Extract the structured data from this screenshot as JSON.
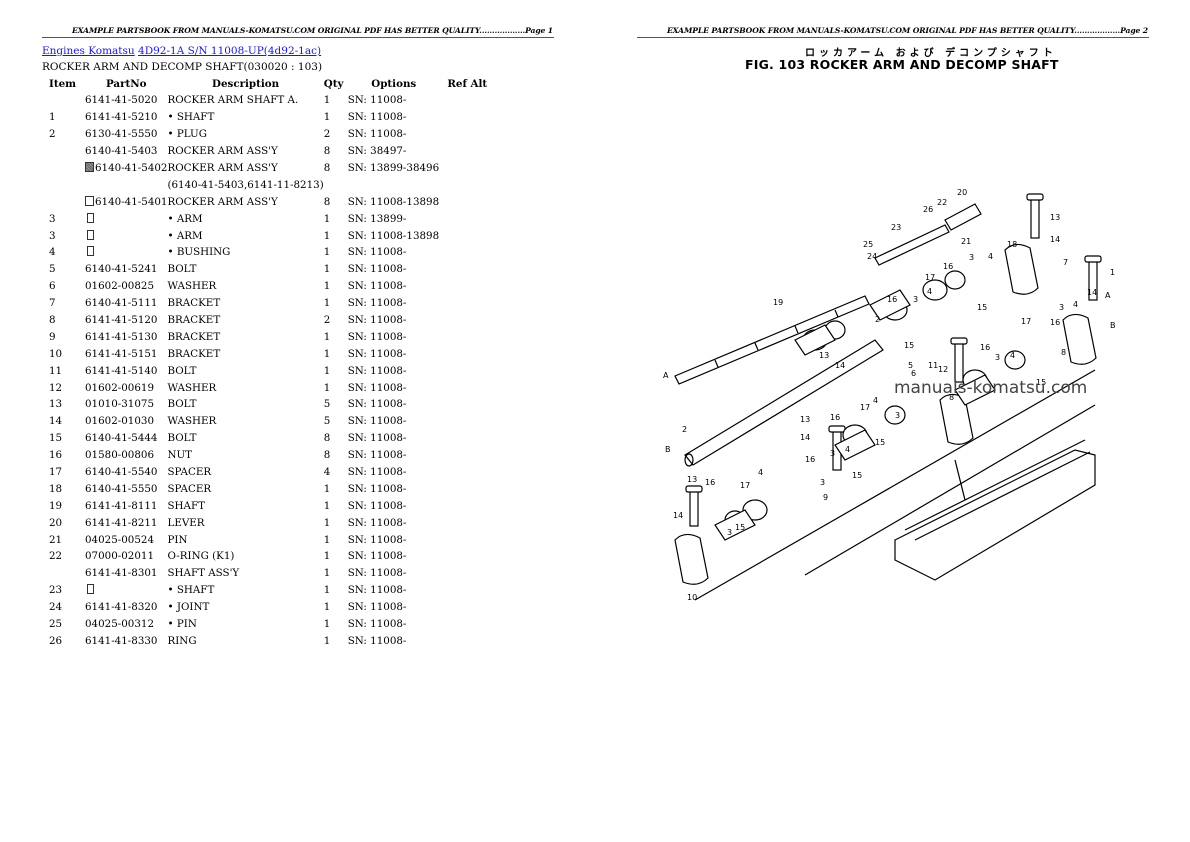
{
  "page_left": {
    "banner": "EXAMPLE PARTSBOOK FROM MANUALS-KOMATSU.COM ORIGINAL PDF HAS BETTER QUALITY..................Page 1",
    "breadcrumb": {
      "link1": "Engines Komatsu",
      "link2": "4D92-1A S/N 11008-UP(4d92-1ac)"
    },
    "section_title": "ROCKER ARM AND DECOMP SHAFT(030020 : 103)",
    "table": {
      "headers": [
        "Item",
        "PartNo",
        "Description",
        "Qty",
        "Options",
        "Ref Alt"
      ],
      "rows": [
        {
          "item": "",
          "partno": "6141-41-5020",
          "mark": "",
          "desc": "ROCKER ARM SHAFT A.",
          "qty": "1",
          "options": "SN: 11008-"
        },
        {
          "item": "1",
          "partno": "6141-41-5210",
          "mark": "",
          "desc": "• SHAFT",
          "qty": "1",
          "options": "SN: 11008-"
        },
        {
          "item": "2",
          "partno": "6130-41-5550",
          "mark": "",
          "desc": "• PLUG",
          "qty": "2",
          "options": "SN: 11008-"
        },
        {
          "item": "",
          "partno": "6140-41-5403",
          "mark": "",
          "desc": "ROCKER ARM ASS'Y",
          "qty": "8",
          "options": "SN: 38497-"
        },
        {
          "item": "",
          "partno": "6140-41-5402",
          "mark": "filled",
          "desc": "ROCKER ARM ASS'Y",
          "qty": "8",
          "options": "SN: 13899-38496"
        },
        {
          "item": "",
          "partno": "",
          "mark": "",
          "desc": "(6140-41-5403,6141-11-8213)",
          "qty": "",
          "options": ""
        },
        {
          "item": "",
          "partno": "6140-41-5401",
          "mark": "empty",
          "desc": "ROCKER ARM ASS'Y",
          "qty": "8",
          "options": "SN: 11008-13898"
        },
        {
          "item": "3",
          "partno": "",
          "mark": "small",
          "desc": "• ARM",
          "qty": "1",
          "options": "SN: 13899-"
        },
        {
          "item": "3",
          "partno": "",
          "mark": "small",
          "desc": "• ARM",
          "qty": "1",
          "options": "SN: 11008-13898"
        },
        {
          "item": "4",
          "partno": "",
          "mark": "small",
          "desc": "• BUSHING",
          "qty": "1",
          "options": "SN: 11008-"
        },
        {
          "item": "5",
          "partno": "6140-41-5241",
          "mark": "",
          "desc": "BOLT",
          "qty": "1",
          "options": "SN: 11008-"
        },
        {
          "item": "6",
          "partno": "01602-00825",
          "mark": "",
          "desc": "WASHER",
          "qty": "1",
          "options": "SN: 11008-"
        },
        {
          "item": "7",
          "partno": "6140-41-5111",
          "mark": "",
          "desc": "BRACKET",
          "qty": "1",
          "options": "SN: 11008-"
        },
        {
          "item": "8",
          "partno": "6141-41-5120",
          "mark": "",
          "desc": "BRACKET",
          "qty": "2",
          "options": "SN: 11008-"
        },
        {
          "item": "9",
          "partno": "6141-41-5130",
          "mark": "",
          "desc": "BRACKET",
          "qty": "1",
          "options": "SN: 11008-"
        },
        {
          "item": "10",
          "partno": "6141-41-5151",
          "mark": "",
          "desc": "BRACKET",
          "qty": "1",
          "options": "SN: 11008-"
        },
        {
          "item": "11",
          "partno": "6141-41-5140",
          "mark": "",
          "desc": "BOLT",
          "qty": "1",
          "options": "SN: 11008-"
        },
        {
          "item": "12",
          "partno": "01602-00619",
          "mark": "",
          "desc": "WASHER",
          "qty": "1",
          "options": "SN: 11008-"
        },
        {
          "item": "13",
          "partno": "01010-31075",
          "mark": "",
          "desc": "BOLT",
          "qty": "5",
          "options": "SN: 11008-"
        },
        {
          "item": "14",
          "partno": "01602-01030",
          "mark": "",
          "desc": "WASHER",
          "qty": "5",
          "options": "SN: 11008-"
        },
        {
          "item": "15",
          "partno": "6140-41-5444",
          "mark": "",
          "desc": "BOLT",
          "qty": "8",
          "options": "SN: 11008-"
        },
        {
          "item": "16",
          "partno": "01580-00806",
          "mark": "",
          "desc": "NUT",
          "qty": "8",
          "options": "SN: 11008-"
        },
        {
          "item": "17",
          "partno": "6140-41-5540",
          "mark": "",
          "desc": "SPACER",
          "qty": "4",
          "options": "SN: 11008-"
        },
        {
          "item": "18",
          "partno": "6140-41-5550",
          "mark": "",
          "desc": "SPACER",
          "qty": "1",
          "options": "SN: 11008-"
        },
        {
          "item": "19",
          "partno": "6141-41-8111",
          "mark": "",
          "desc": "SHAFT",
          "qty": "1",
          "options": "SN: 11008-"
        },
        {
          "item": "20",
          "partno": "6141-41-8211",
          "mark": "",
          "desc": "LEVER",
          "qty": "1",
          "options": "SN: 11008-"
        },
        {
          "item": "21",
          "partno": "04025-00524",
          "mark": "",
          "desc": "PIN",
          "qty": "1",
          "options": "SN: 11008-"
        },
        {
          "item": "22",
          "partno": "07000-02011",
          "mark": "",
          "desc": "O-RING (K1)",
          "qty": "1",
          "options": "SN: 11008-"
        },
        {
          "item": "",
          "partno": "6141-41-8301",
          "mark": "",
          "desc": "SHAFT ASS'Y",
          "qty": "1",
          "options": "SN: 11008-"
        },
        {
          "item": "23",
          "partno": "",
          "mark": "small",
          "desc": "• SHAFT",
          "qty": "1",
          "options": "SN: 11008-"
        },
        {
          "item": "24",
          "partno": "6141-41-8320",
          "mark": "",
          "desc": "• JOINT",
          "qty": "1",
          "options": "SN: 11008-"
        },
        {
          "item": "25",
          "partno": "04025-00312",
          "mark": "",
          "desc": "• PIN",
          "qty": "1",
          "options": "SN: 11008-"
        },
        {
          "item": "26",
          "partno": "6141-41-8330",
          "mark": "",
          "desc": "RING",
          "qty": "1",
          "options": "SN: 11008-"
        }
      ]
    }
  },
  "page_right": {
    "banner": "EXAMPLE PARTSBOOK FROM MANUALS-KOMATSU.COM ORIGINAL PDF HAS BETTER QUALITY..................Page 2",
    "fig_title_jp": "ロッカアーム および デコンプシャフト",
    "fig_title": "FIG. 103  ROCKER ARM AND DECOMP SHAFT",
    "watermark": "manuals-komatsu.com",
    "callouts": [
      "20",
      "22",
      "26",
      "23",
      "25",
      "24",
      "21",
      "13",
      "14",
      "18",
      "7",
      "16",
      "17",
      "4",
      "3",
      "15",
      "19",
      "2",
      "A",
      "B",
      "5",
      "6",
      "11",
      "12",
      "10",
      "8",
      "9",
      "1"
    ]
  },
  "colors": {
    "link": "#1a1ad6",
    "text": "#000000",
    "rule": "#555555"
  }
}
